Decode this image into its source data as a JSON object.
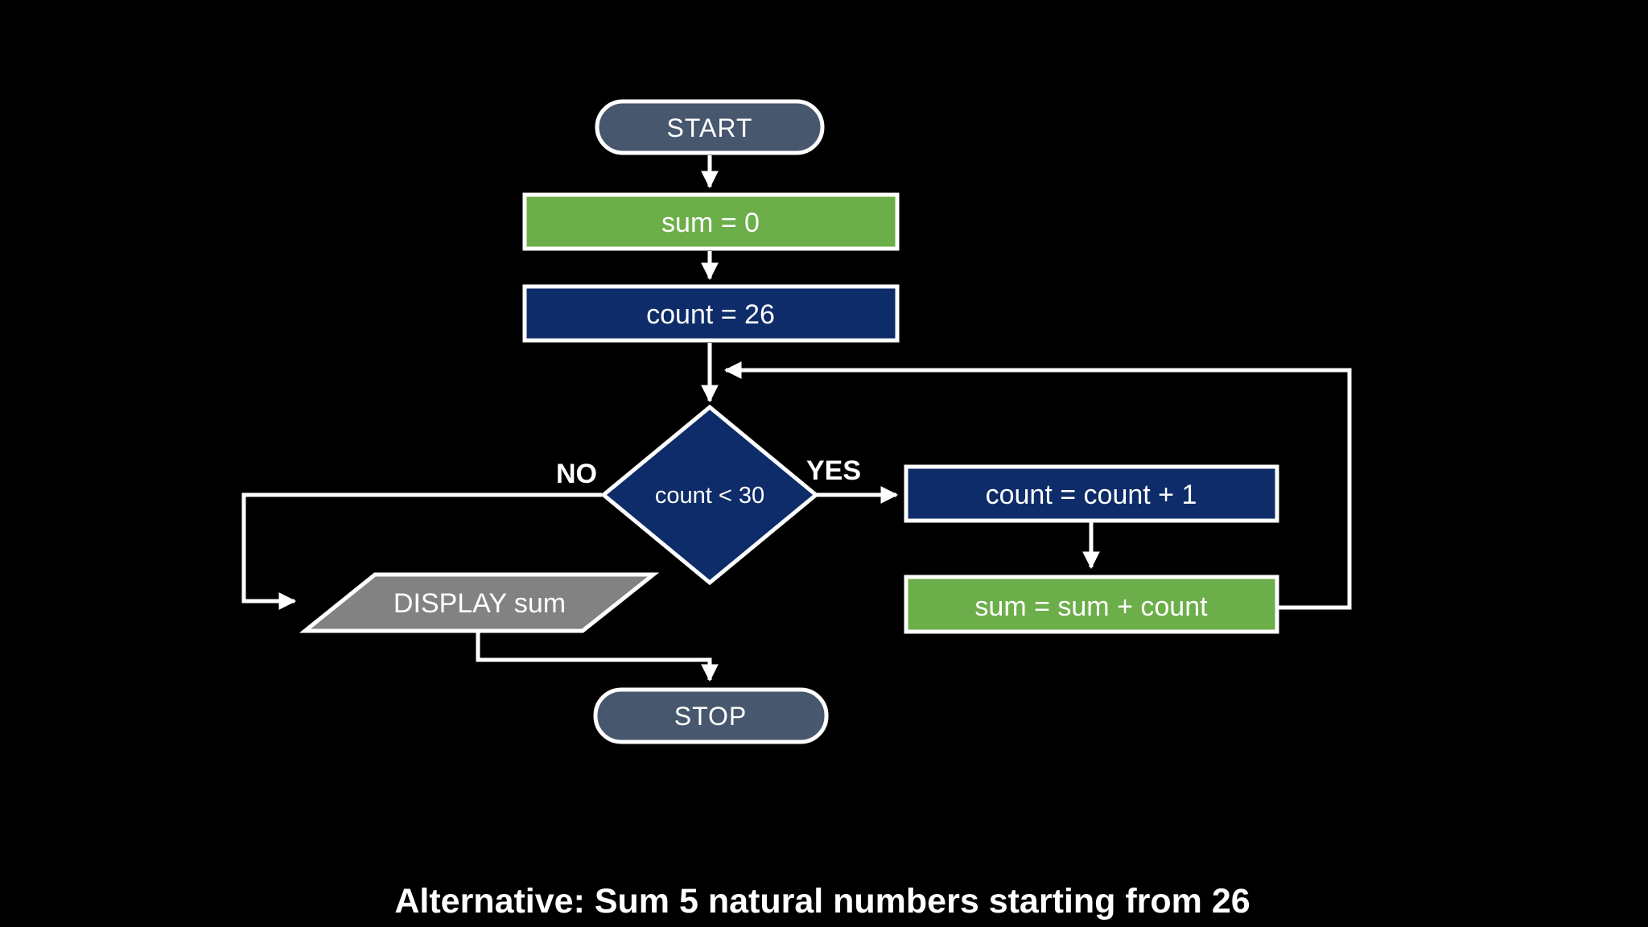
{
  "diagram": {
    "caption": "Alternative: Sum 5 natural numbers starting from 26",
    "nodes": {
      "start": {
        "label": "START",
        "type": "terminator"
      },
      "init_sum": {
        "label": "sum = 0",
        "type": "process"
      },
      "init_count": {
        "label": "count = 26",
        "type": "process"
      },
      "decision": {
        "label": "count < 30",
        "type": "decision"
      },
      "increment": {
        "label": "count = count + 1",
        "type": "process"
      },
      "accumulate": {
        "label": "sum = sum + count",
        "type": "process"
      },
      "display": {
        "label": "DISPLAY sum",
        "type": "input-output"
      },
      "stop": {
        "label": "STOP",
        "type": "terminator"
      }
    },
    "branch_labels": {
      "no": "NO",
      "yes": "YES"
    },
    "colors": {
      "background": "#000000",
      "terminator_fill": "#47586e",
      "process_green": "#6cae49",
      "process_navy": "#0e2c69",
      "decision_navy": "#0e2c69",
      "io_gray": "#828282",
      "branch_label_cyan": "#29abe2",
      "line_white": "#ffffff",
      "text_white": "#ffffff"
    }
  }
}
